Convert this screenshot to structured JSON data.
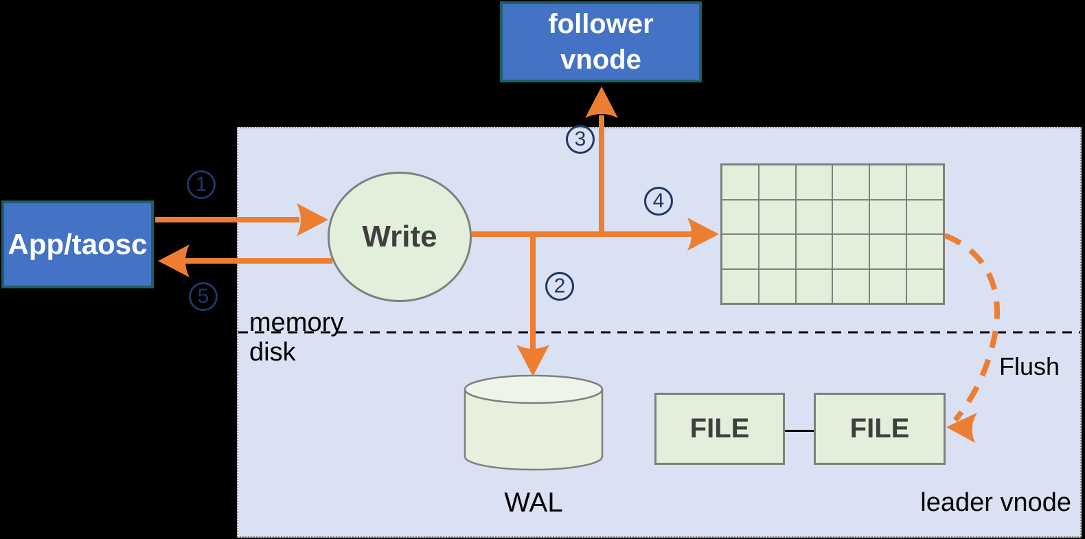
{
  "nodes": {
    "app_taosc": {
      "label": "App/taosc"
    },
    "follower_vnode": {
      "line1": "follower",
      "line2": "vnode"
    },
    "write": {
      "label": "Write"
    },
    "memtable_grid": {
      "rows": 4,
      "cols": 6
    },
    "wal": {
      "label": "WAL"
    },
    "file_left": {
      "label": "FILE"
    },
    "file_right": {
      "label": "FILE"
    }
  },
  "region": {
    "memory_label": "memory",
    "disk_label": "disk",
    "leader_label": "leader vnode"
  },
  "flow": {
    "steps": [
      {
        "num": "1"
      },
      {
        "num": "2"
      },
      {
        "num": "3"
      },
      {
        "num": "4"
      },
      {
        "num": "5"
      }
    ],
    "flush_label": "Flush"
  },
  "colors": {
    "canvas_black": "#000000",
    "region_lavender": "#D9E1F2",
    "region_border_gray": "#8C8C8C",
    "node_blue": "#4472C4",
    "node_blue_border": "#1D6066",
    "shape_green": "#E2EFDA",
    "cylinder_green": "#E7F0DD",
    "cylinder_top_green": "#EEF5E8",
    "shape_border_gray": "#7F7F7F",
    "arrow_orange": "#ED7D31",
    "step_navy": "#1F3864",
    "label_black": "#000000",
    "node_text_dark": "#3F3F3F",
    "node_text_white": "#FFFFFF"
  }
}
